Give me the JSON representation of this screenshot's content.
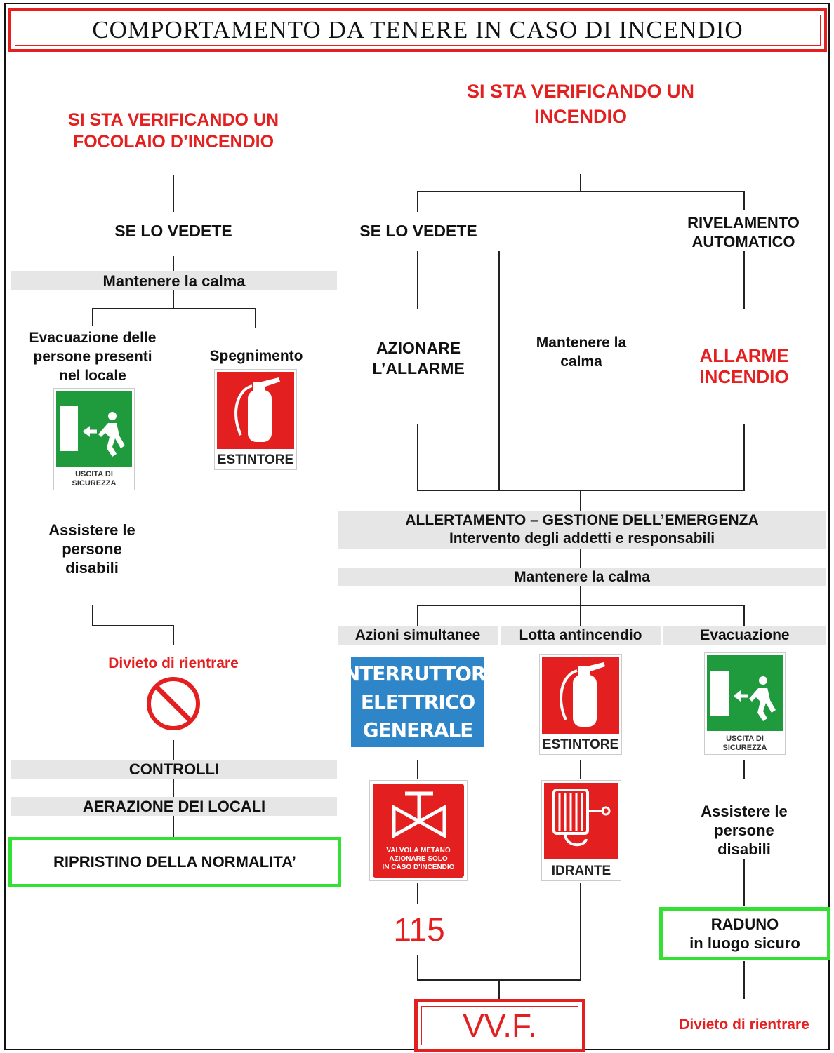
{
  "title": "COMPORTAMENTO  DA TENERE IN CASO DI INCENDIO",
  "left": {
    "heading": [
      "SI STA VERIFICANDO UN",
      "FOCOLAIO D’INCENDIO"
    ],
    "se_lo_vedete": "SE LO VEDETE",
    "mantenere": "Mantenere la calma",
    "evacuazione": [
      "Evacuazione delle",
      "persone presenti",
      "nel locale"
    ],
    "spegnimento": "Spegnimento",
    "exit_sign": [
      "USCITA DI",
      "SICUREZZA"
    ],
    "estintore": "ESTINTORE",
    "assistere": [
      "Assistere le",
      "persone",
      "disabili"
    ],
    "divieto": "Divieto di rientrare",
    "controlli": "CONTROLLI",
    "aerazione": "AERAZIONE DEI LOCALI",
    "ripristino": "RIPRISTINO DELLA NORMALITA’"
  },
  "right": {
    "heading": [
      "SI STA VERIFICANDO  UN",
      "INCENDIO"
    ],
    "se_lo_vedete": "SE LO VEDETE",
    "rivelamento": [
      "RIVELAMENTO",
      "AUTOMATICO"
    ],
    "azionare": [
      "AZIONARE",
      "L’ALLARME"
    ],
    "mantenere_calma": [
      "Mantenere la",
      "calma"
    ],
    "allarme": [
      "ALLARME",
      "INCENDIO"
    ],
    "allertamento": "ALLERTAMENTO – GESTIONE DELL’EMERGENZA",
    "intervento": "Intervento degli addetti e responsabili",
    "mantenere": "Mantenere la calma",
    "azioni": "Azioni simultanee",
    "lotta": "Lotta antincendio",
    "evacuazione": "Evacuazione",
    "interruttore": [
      "INTERRUTTORE",
      "ELETTRICO",
      "GENERALE"
    ],
    "estintore": "ESTINTORE",
    "exit_sign": [
      "USCITA DI",
      "SICUREZZA"
    ],
    "valvola": [
      "VALVOLA METANO",
      "AZIONARE SOLO",
      "IN CASO D'INCENDIO"
    ],
    "idrante": "IDRANTE",
    "assistere": [
      "Assistere le",
      "persone",
      "disabili"
    ],
    "numero": "115",
    "raduno": [
      "RADUNO",
      "in luogo sicuro"
    ],
    "vvf": "VV.F.",
    "divieto": "Divieto di rientrare"
  },
  "icons": {
    "exit": "emergency-exit-icon",
    "extinguisher": "fire-extinguisher-icon",
    "prohibition": "no-entry-icon",
    "valve": "gas-valve-icon",
    "hydrant": "fire-hose-icon"
  },
  "colors": {
    "red": "#e41f1f",
    "green_border": "#33e033",
    "sign_green": "#1f9a3c",
    "sign_blue": "#2e86c8",
    "gray_band": "#e6e6e6"
  }
}
